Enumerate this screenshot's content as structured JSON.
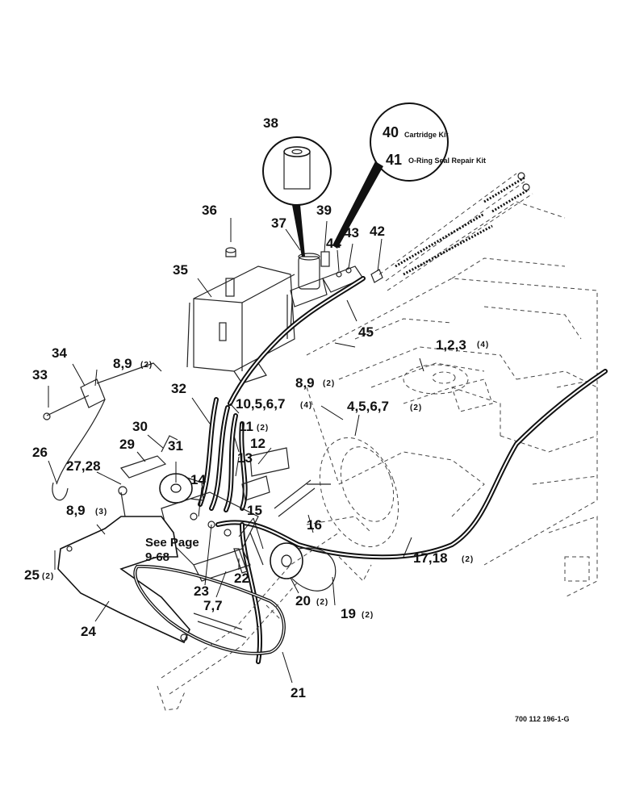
{
  "labels": {
    "l38": "38",
    "l40": "40",
    "l40_text": "Cartridge Kit",
    "l41": "41",
    "l41_text": "O-Ring Seal Repair Kit",
    "l36": "36",
    "l37": "37",
    "l39": "39",
    "l43": "43",
    "l44": "44",
    "l42": "42",
    "l35": "35",
    "l45": "45",
    "l34": "34",
    "l89a": "8,9",
    "l89a_q": "(2)",
    "l33": "33",
    "l123": "1,2,3",
    "l123_q": "(4)",
    "l89b": "8,9",
    "l89b_q": "(2)",
    "l32": "32",
    "l10567": "10,5,6,7",
    "l10567_q": "(4)",
    "l4567": "4,5,6,7",
    "l4567_q": "(2)",
    "l11": "11",
    "l11_q": "(2)",
    "l30": "30",
    "l12": "12",
    "l13": "13",
    "l26": "26",
    "l29": "29",
    "l31": "31",
    "l2728": "27,28",
    "l14": "14",
    "l15": "15",
    "l89c": "8,9",
    "l89c_q": "(3)",
    "l16": "16",
    "see_page": "See Page",
    "see_page_ref": "9-68",
    "l1718": "17,18",
    "l1718_q": "(2)",
    "l25": "25",
    "l25_q": "(2)",
    "l22": "22",
    "l23": "23",
    "l77": "7,7",
    "l20": "20",
    "l20_q": "(2)",
    "l19": "19",
    "l19_q": "(2)",
    "l24": "24",
    "l21": "21",
    "drawing_number": "700 112 196-1-G"
  }
}
